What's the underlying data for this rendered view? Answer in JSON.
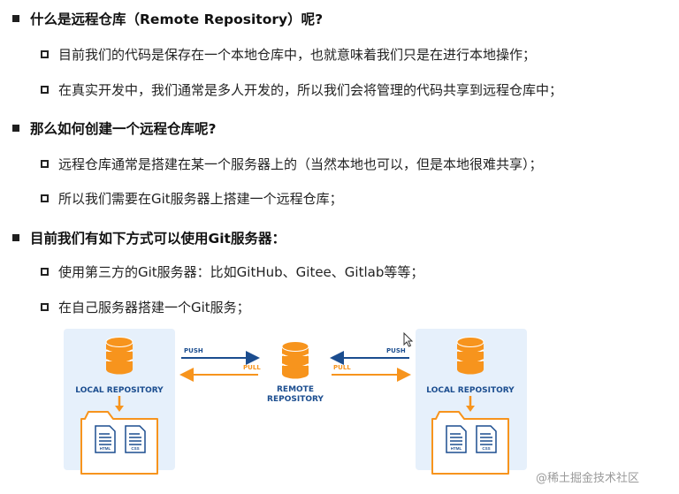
{
  "sections": [
    {
      "heading": "什么是远程仓库（Remote Repository）呢?",
      "items": [
        "目前我们的代码是保存在一个本地仓库中，也就意味着我们只是在进行本地操作；",
        "在真实开发中，我们通常是多人开发的，所以我们会将管理的代码共享到远程仓库中；"
      ]
    },
    {
      "heading": "那么如何创建一个远程仓库呢?",
      "items": [
        "远程仓库通常是搭建在某一个服务器上的（当然本地也可以，但是本地很难共享）；",
        "所以我们需要在Git服务器上搭建一个远程仓库；"
      ]
    },
    {
      "heading": "目前我们有如下方式可以使用Git服务器：",
      "items": [
        "使用第三方的Git服务器：比如GitHub、Gitee、Gitlab等等；",
        "在自己服务器搭建一个Git服务；"
      ]
    }
  ],
  "diagram": {
    "local_left": {
      "line1": "LOCAL REPOSITORY",
      "file1": "HTML",
      "file2": "CSS"
    },
    "local_right": {
      "line1": "LOCAL REPOSITORY",
      "file1": "HTML",
      "file2": "CSS"
    },
    "remote": {
      "line1": "REMOTE",
      "line2": "REPOSITORY"
    },
    "push_label": "PUSH",
    "pull_label": "PULL",
    "colors": {
      "db": "#f7941d",
      "push": "#1b4d8f",
      "pull": "#f7941d",
      "panel": "#e6f0fb",
      "folder": "#f7941d"
    }
  },
  "watermark": "@稀土掘金技术社区"
}
